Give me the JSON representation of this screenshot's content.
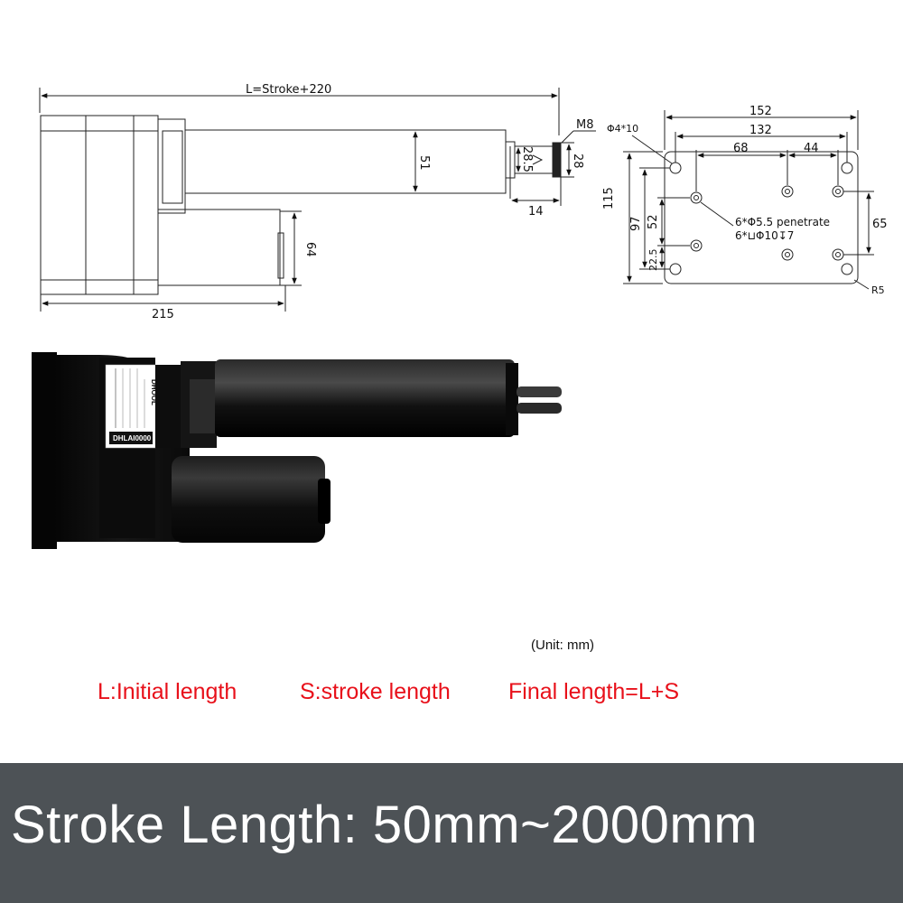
{
  "side_view": {
    "overall_length": "L=Stroke+220",
    "motor_length": "215",
    "motor_height": "64",
    "tube_diameter": "51",
    "rod_end_width": "28.5",
    "rod_end_height": "28",
    "rod_end_length": "14",
    "thread": "M8"
  },
  "mount_plate": {
    "width": "152",
    "hole_spacing": "132",
    "spacing_68": "68",
    "spacing_44": "44",
    "height": "115",
    "height_97": "97",
    "height_52": "52",
    "height_22_5": "22.5",
    "spacing_65": "65",
    "corner_radius": "R5",
    "small_hole": "Φ4*10",
    "hole_note_1": "6*Φ5.5 penetrate",
    "hole_note_2": "6*⊔Φ10↧7"
  },
  "product_label": {
    "brand": "DHOOL",
    "model": "DHLAI0000"
  },
  "unit_note": "(Unit: mm)",
  "legend": {
    "initial": "L:Initial length",
    "stroke": "S:stroke length",
    "final": "Final length=L+S"
  },
  "banner": {
    "text": "Stroke Length:  50mm~2000mm"
  },
  "colors": {
    "legend_red": "#e8101a",
    "banner_bg": "#4d5256",
    "banner_text": "#ffffff"
  }
}
